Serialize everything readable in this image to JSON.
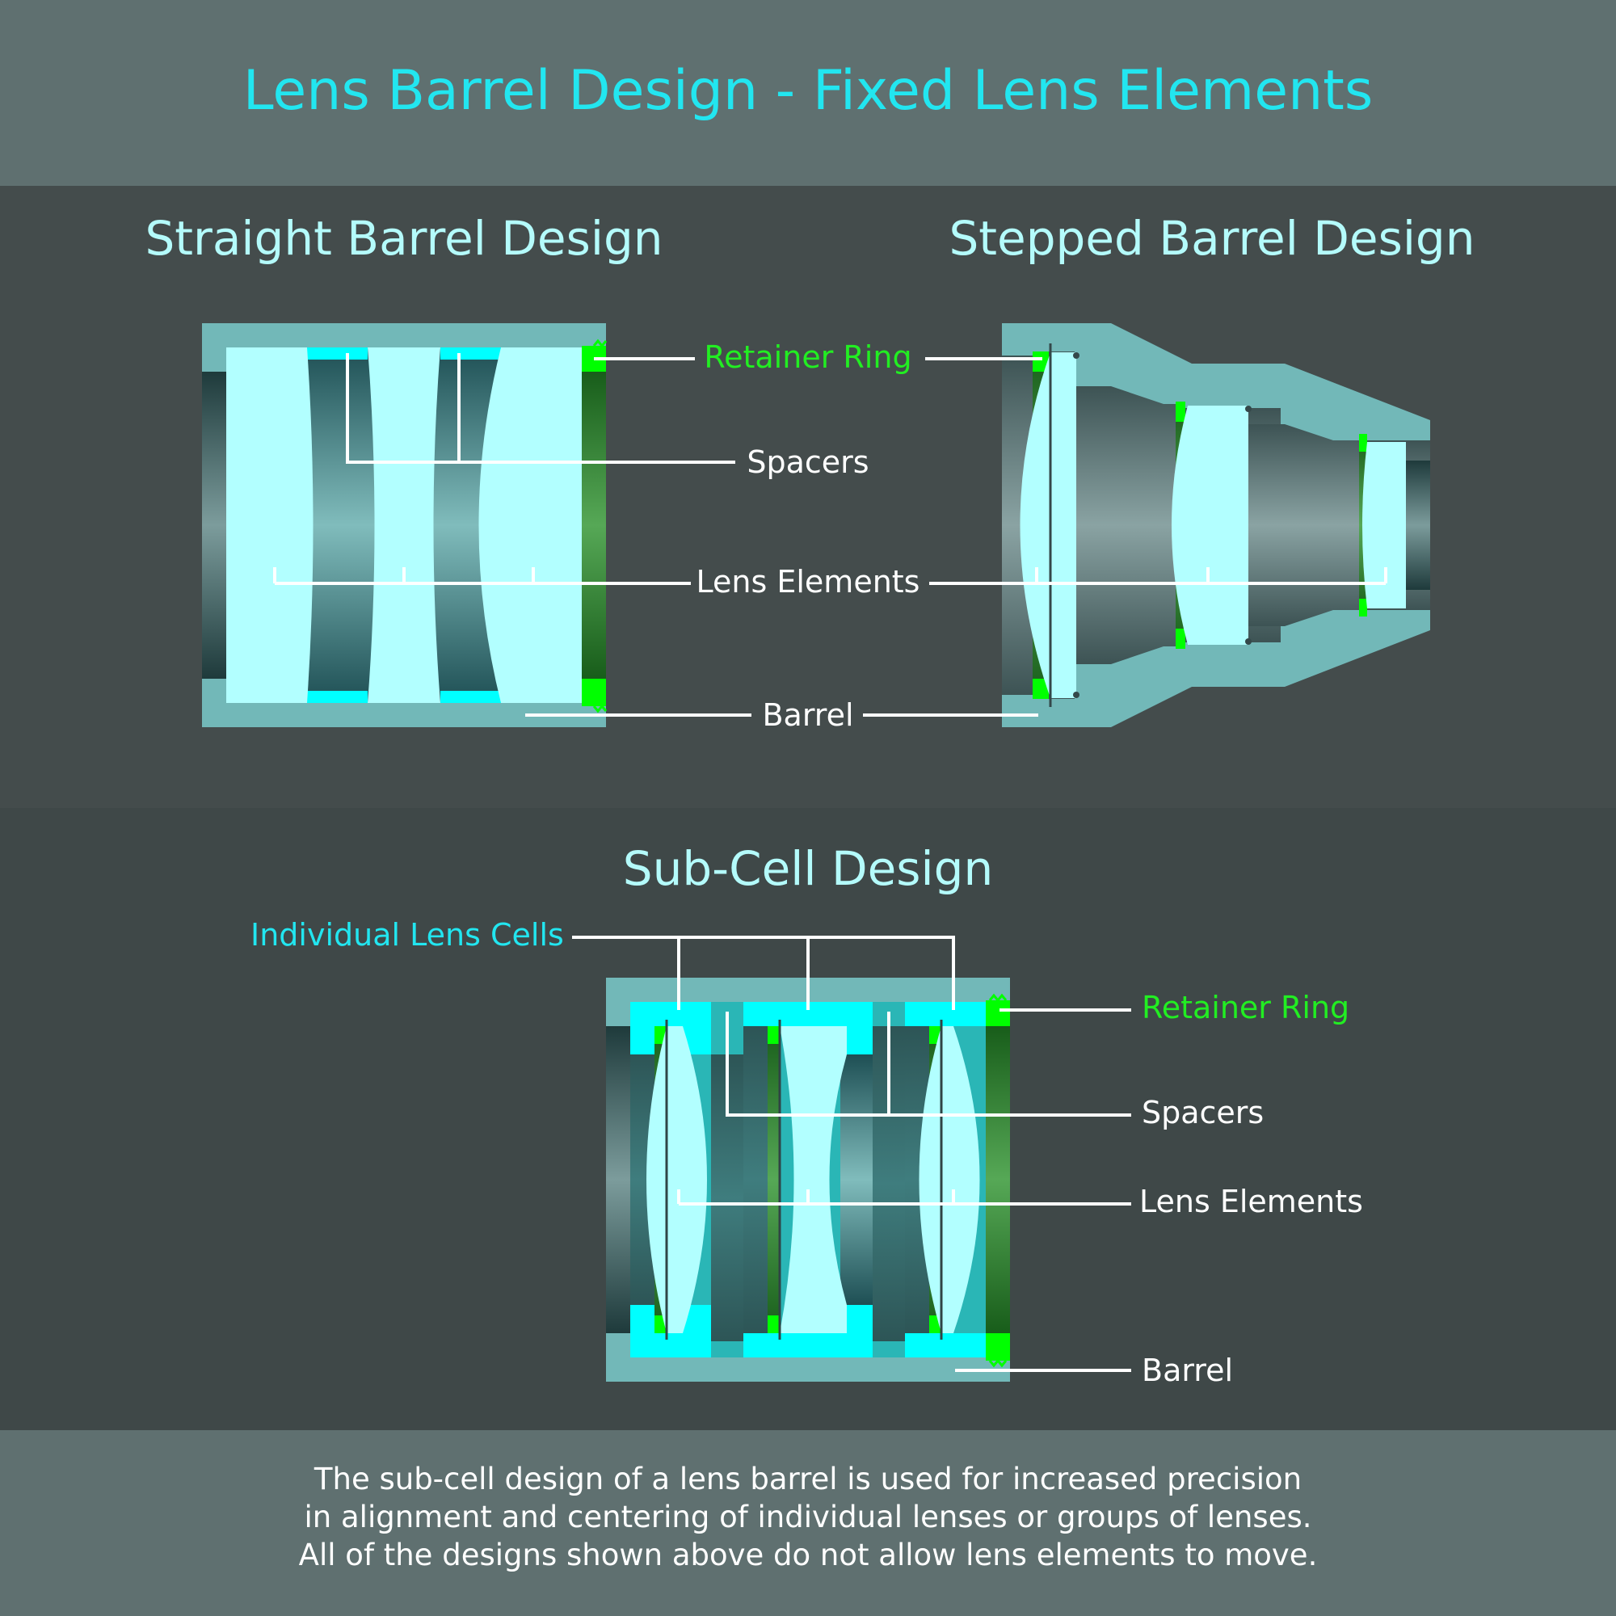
{
  "title": "Lens Barrel Design - Fixed Lens Elements",
  "straight": {
    "heading": "Straight Barrel Design"
  },
  "stepped": {
    "heading": "Stepped Barrel Design"
  },
  "shared_labels": {
    "retainer_ring": "Retainer Ring",
    "spacers": "Spacers",
    "lens_elements": "Lens Elements",
    "barrel": "Barrel"
  },
  "subcell": {
    "heading": "Sub-Cell Design",
    "individual_cells": "Individual Lens Cells",
    "retainer_ring": "Retainer Ring",
    "spacers": "Spacers",
    "lens_elements": "Lens Elements",
    "barrel": "Barrel"
  },
  "footer": {
    "line1": "The sub-cell design of a lens barrel is used for increased precision",
    "line2": "in alignment and centering of individual lenses or groups of lenses.",
    "line3": "All of the designs shown above do not allow lens elements to move."
  },
  "colors": {
    "title_text": "#22e6f0",
    "heading_text": "#b4fbfb",
    "retainer_text": "#22ee22",
    "cells_text": "#22e6f0",
    "barrel": "#72b8b8",
    "lens": "#b2ffff",
    "spacer": "#00ffff",
    "retainer": "#00ff00"
  }
}
